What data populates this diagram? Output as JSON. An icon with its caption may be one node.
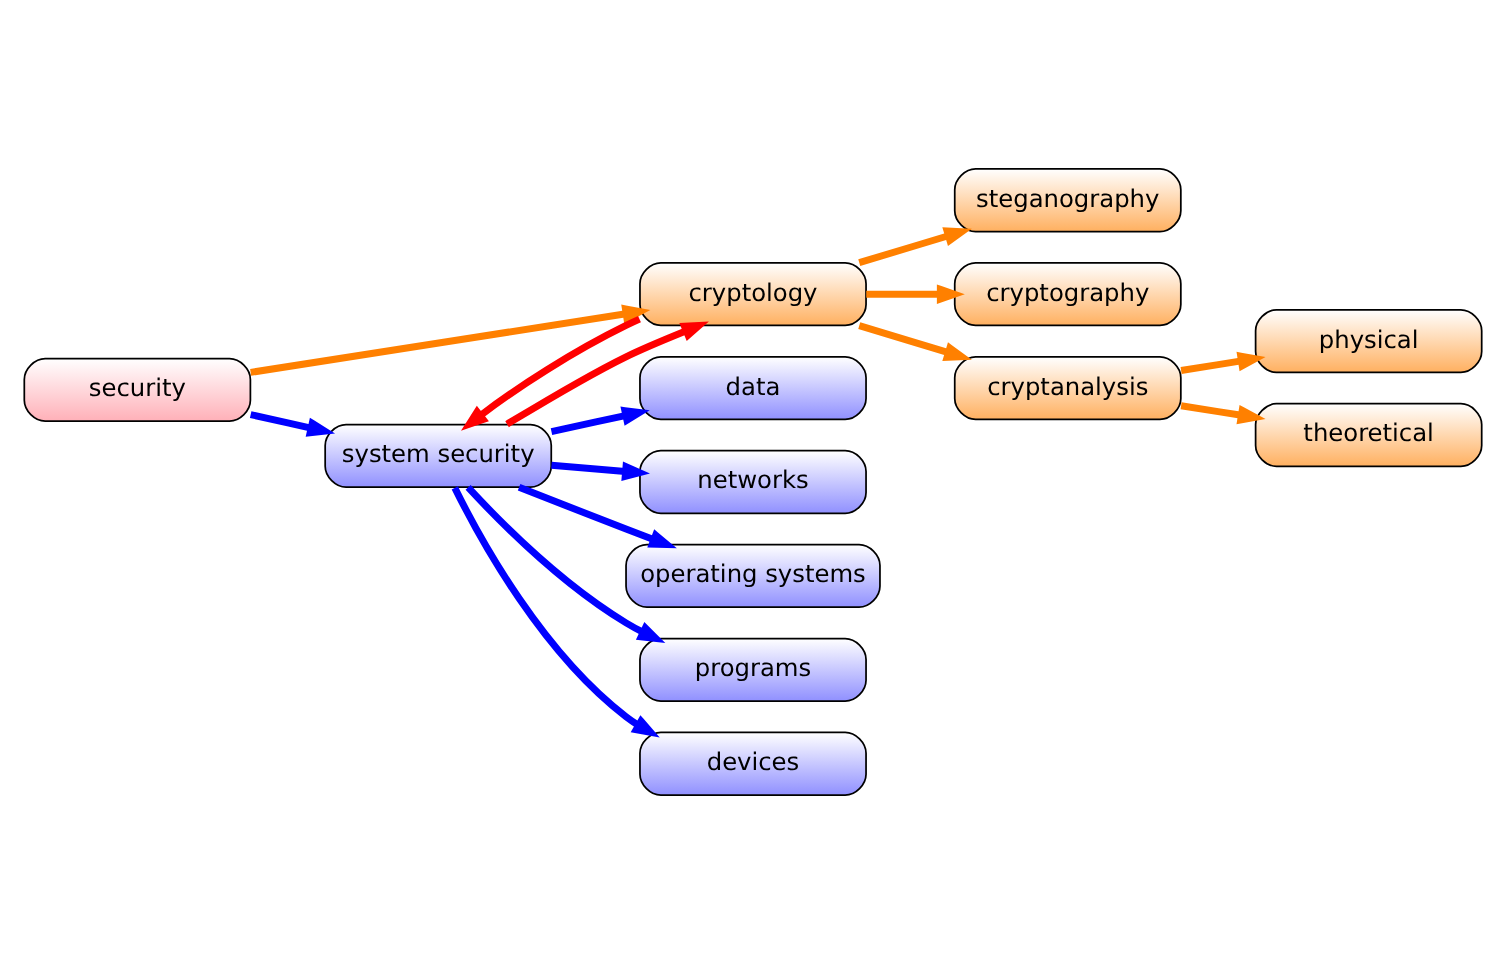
{
  "diagram": {
    "nodes": [
      {
        "text": [
          "security"
        ]
      },
      {
        "text": [
          "system security"
        ]
      },
      {
        "text": [
          "cryptology"
        ]
      },
      {
        "text": [
          "data"
        ]
      },
      {
        "text": [
          "networks"
        ]
      },
      {
        "text": [
          "operating systems"
        ]
      },
      {
        "text": [
          "programs"
        ]
      },
      {
        "text": [
          "devices"
        ]
      },
      {
        "text": [
          "steganography"
        ]
      },
      {
        "text": [
          "cryptography"
        ]
      },
      {
        "text": [
          "cryptanalysis"
        ]
      },
      {
        "text": [
          "physical"
        ]
      },
      {
        "text": [
          "theoretical"
        ]
      }
    ],
    "edges": [
      {
        "from": 0,
        "to": 1,
        "arrow": "to",
        "color": "#0000ff"
      },
      {
        "from": 0,
        "to": 2,
        "arrow": "to",
        "color": "#ff8000"
      },
      {
        "from": 2,
        "to": 1,
        "arrow": "to",
        "color": "#ff0000"
      },
      {
        "from": 1,
        "to": 2,
        "arrow": "to",
        "color": "#ff0000"
      },
      {
        "from": 1,
        "to": 3,
        "arrow": "to",
        "color": "#0000ff"
      },
      {
        "from": 1,
        "to": 4,
        "arrow": "to",
        "color": "#0000ff"
      },
      {
        "from": 1,
        "to": 5,
        "arrow": "to",
        "color": "#0000ff"
      },
      {
        "from": 1,
        "to": 6,
        "arrow": "to",
        "color": "#0000ff"
      },
      {
        "from": 1,
        "to": 7,
        "arrow": "to",
        "color": "#0000ff"
      },
      {
        "from": 2,
        "to": 8,
        "arrow": "to",
        "color": "#ff8000"
      },
      {
        "from": 2,
        "to": 9,
        "arrow": "to",
        "color": "#ff8000"
      },
      {
        "from": 2,
        "to": 10,
        "arrow": "to",
        "color": "#ff8000"
      },
      {
        "from": 10,
        "to": 11,
        "arrow": "to",
        "color": "#ff8000"
      },
      {
        "from": 10,
        "to": 12,
        "arrow": "to",
        "color": "#ff8000"
      }
    ]
  }
}
